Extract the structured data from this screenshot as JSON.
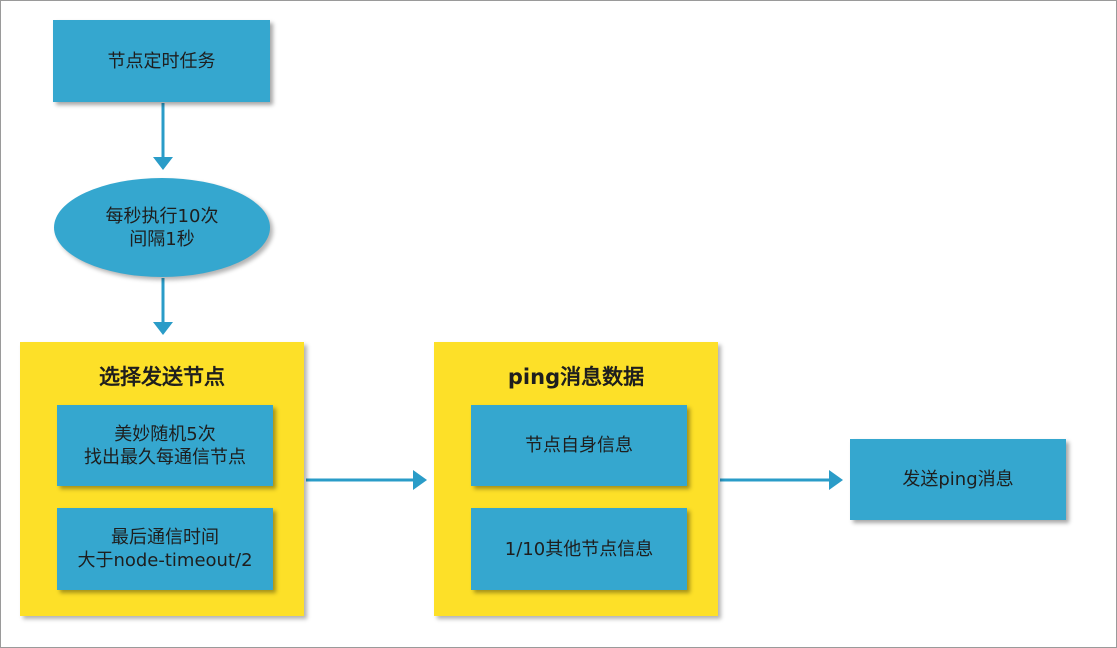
{
  "nodes": {
    "timer_task": "节点定时任务",
    "every_second": "每秒执行10次\n间隔1秒",
    "send_ping": "发送ping消息"
  },
  "groups": {
    "select_node": {
      "title": "选择发送节点",
      "items": [
        "美妙随机5次\n找出最久每通信节点",
        "最后通信时间\n大于node-timeout/2"
      ]
    },
    "ping_data": {
      "title": "ping消息数据",
      "items": [
        "节点自身信息",
        "1/10其他节点信息"
      ]
    }
  },
  "colors": {
    "box": "#35a7cf",
    "group": "#fde028",
    "arrow": "#2a9cc8"
  }
}
